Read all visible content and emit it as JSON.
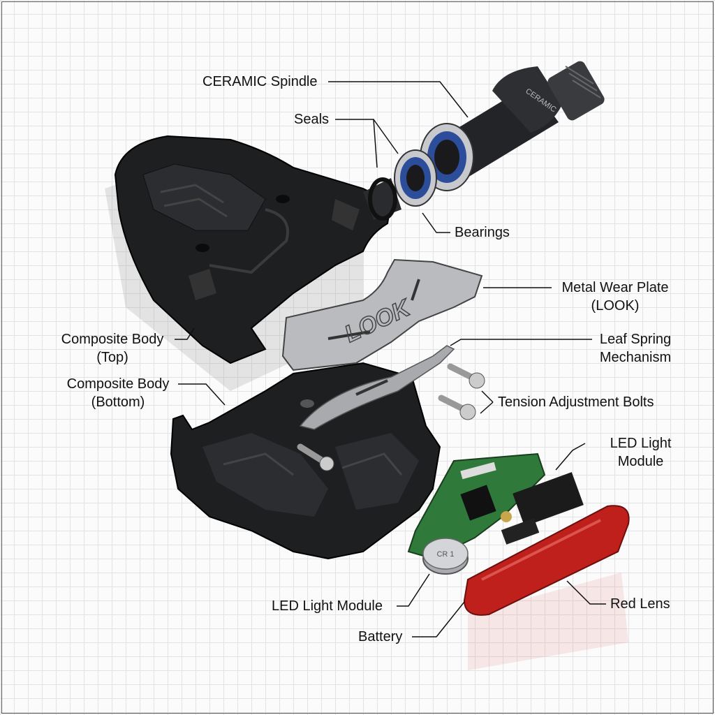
{
  "labels": {
    "ceramic_spindle": "CERAMIC Spindle",
    "seals": "Seals",
    "bearings": "Bearings",
    "wear_plate_line1": "Metal Wear Plate",
    "wear_plate_line2": "(LOOK)",
    "leaf_spring_line1": "Leaf Spring",
    "leaf_spring_line2": "Mechanism",
    "body_top_line1": "Composite Body",
    "body_top_line2": "(Top)",
    "body_bottom_line1": "Composite Body",
    "body_bottom_line2": "(Bottom)",
    "tension_bolts": "Tension Adjustment Bolts",
    "led_module_right_line1": "LED Light",
    "led_module_right_line2": "Module",
    "led_module_left": "LED Light Module",
    "red_lens": "Red Lens",
    "battery": "Battery"
  },
  "part_markings": {
    "plate_logo": "LOOK",
    "spindle_engraving": "CERAMIC",
    "battery_marking": "CR 1"
  },
  "colors": {
    "body": "#1e1f21",
    "metal": "#b9bbbe",
    "pcb": "#2f7a3a",
    "lens": "#c0201c",
    "bearing_seal": "#2b4d9a"
  }
}
